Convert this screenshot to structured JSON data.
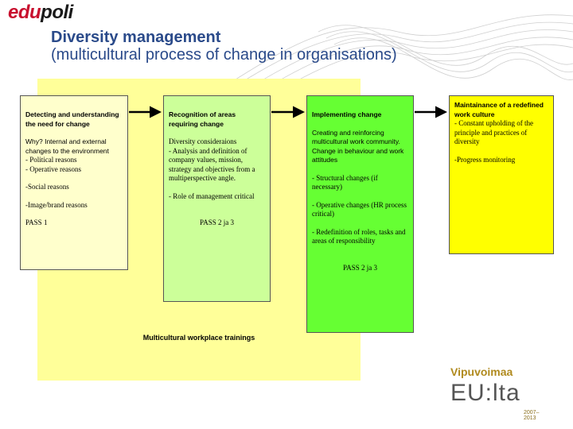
{
  "logo": {
    "part1": "edu",
    "part2": "poli"
  },
  "title": {
    "line1": "Diversity management",
    "line2": "(multicultural process of change in organisations)"
  },
  "background_label": "Multicultural workplace trainings",
  "boxes": [
    {
      "heading": "Detecting and understanding  the need for change",
      "lines": [
        {
          "text": "Why? Internal and external changes to the environment",
          "font": "sans"
        },
        {
          "text": "- Political reasons",
          "font": "serif"
        },
        {
          "text": "- Operative reasons",
          "font": "serif"
        },
        {
          "text": "-Social reasons",
          "font": "serif"
        },
        {
          "text": "-Image/brand reasons",
          "font": "serif"
        },
        {
          "text": "PASS 1",
          "font": "serif"
        }
      ]
    },
    {
      "heading": "Recognition of areas requiring change",
      "lines": [
        {
          "text": "Diversity consideraions",
          "font": "serif"
        },
        {
          "text": "- Analysis and definition of company values, mission, strategy and objectives from a multiperspective angle.",
          "font": "serif"
        },
        {
          "text": "- Role of management critical",
          "font": "serif"
        },
        {
          "text": "PASS 2 ja 3",
          "font": "serif"
        }
      ]
    },
    {
      "heading": "Implementing change",
      "lines": [
        {
          "text": "Creating and reinforcing multicultural work community. Change in behaviour and work attitudes",
          "font": "sans"
        },
        {
          "text": "- Structural changes (if necessary)",
          "font": "serif"
        },
        {
          "text": "- Operative changes (HR process critical)",
          "font": "serif"
        },
        {
          "text": "- Redefinition of roles, tasks and areas of responsibility",
          "font": "serif"
        },
        {
          "text": "PASS 2 ja 3",
          "font": "serif"
        }
      ]
    },
    {
      "heading": "Maintainance of a redefined work culture",
      "lines": [
        {
          "text": "- Constant upholding of the principle and practices of diversity",
          "font": "serif"
        },
        {
          "text": "-Progress monitoring",
          "font": "serif"
        }
      ]
    }
  ],
  "footer_logo": {
    "line1": "Vipuvoimaa",
    "line2": "EU:lta",
    "years": "2007–2013"
  },
  "colors": {
    "title": "#2a4a8a",
    "background_region": "#ffff99",
    "box1": "#ffffcc",
    "box2": "#ccff99",
    "box3": "#66ff33",
    "box4": "#ffff00",
    "logo_red": "#c8102e"
  }
}
